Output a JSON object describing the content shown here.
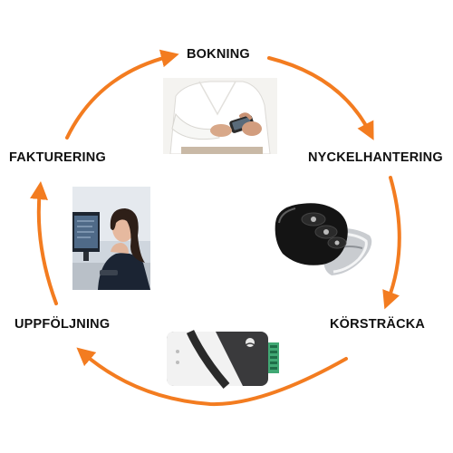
{
  "steps": {
    "booking": "BOKNING",
    "key_handling": "NYCKELHANTERING",
    "mileage": "KÖRSTRÄCKA",
    "follow_up": "UPPFÖLJNING",
    "invoicing": "FAKTURERING"
  },
  "colors": {
    "arrow": "#f37c20",
    "text": "#111111",
    "background": "#ffffff"
  },
  "icons": {
    "booking_photo": "hands-with-smartphone-photo",
    "key_photo": "car-key-fob-photo",
    "tracker_photo": "gps-tracker-device-photo",
    "office_photo": "woman-at-computer-photo"
  }
}
